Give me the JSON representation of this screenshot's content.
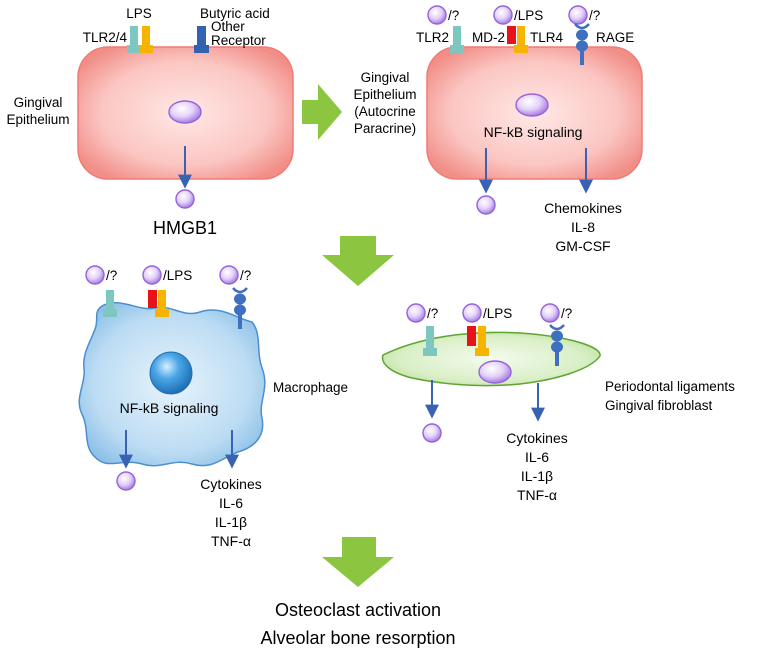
{
  "top_left_cell": {
    "receptor_left_label": "TLR2/4",
    "ligand_left_label": "LPS",
    "ligand_right_label": "Butyric acid",
    "receptor_right_label_1": "Other",
    "receptor_right_label_2": "Receptor",
    "cell_label_1": "Gingival",
    "cell_label_2": "Epithelium",
    "output_label": "HMGB1"
  },
  "top_right_cell": {
    "side_label_1": "Gingival",
    "side_label_2": "Epithelium",
    "side_label_3": "(Autocrine",
    "side_label_4": "Paracrine)",
    "ligand_label_1": "/?",
    "ligand_label_2": "/LPS",
    "ligand_label_3": "/?",
    "receptor_label_1": "TLR2",
    "receptor_label_2": "MD-2",
    "receptor_label_3": "TLR4",
    "receptor_label_4": "RAGE",
    "signaling_label": "NF-kB signaling",
    "output_1": "Chemokines",
    "output_2": "IL-8",
    "output_3": "GM-CSF"
  },
  "macrophage": {
    "ligand_label_1": "/?",
    "ligand_label_2": "/LPS",
    "ligand_label_3": "/?",
    "cell_label": "Macrophage",
    "signaling_label": "NF-kB signaling",
    "output_1": "Cytokines",
    "output_2": "IL-6",
    "output_3": "IL-1β",
    "output_4": "TNF-α"
  },
  "fibroblast": {
    "ligand_label_1": "/?",
    "ligand_label_2": "/LPS",
    "ligand_label_3": "/?",
    "cell_label_1": "Periodontal ligaments",
    "cell_label_2": "Gingival fibroblast",
    "output_1": "Cytokines",
    "output_2": "IL-6",
    "output_3": "IL-1β",
    "output_4": "TNF-α"
  },
  "outcome": {
    "line_1": "Osteoclast activation",
    "line_2": "Alveolar bone resorption"
  },
  "colors": {
    "epithelium_fill": "#f7a9a4",
    "macrophage_fill": "#a9d0ee",
    "fibroblast_fill": "#d7ecc4",
    "big_arrow": "#8cc540",
    "small_arrow": "#3a62b2",
    "hmgb1": "#a67fe0",
    "receptor_teal": "#7ec6c0",
    "receptor_orange": "#f5b400",
    "receptor_red": "#e8131a",
    "receptor_blue": "#3363b0",
    "rage_blue": "#3f6fbf"
  }
}
